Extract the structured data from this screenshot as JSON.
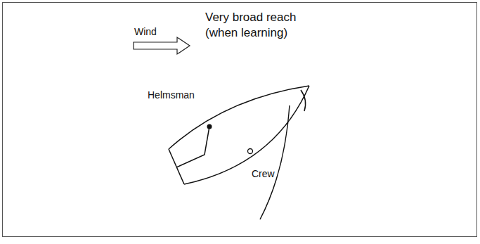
{
  "diagram": {
    "title": "Very broad reach (when learning)",
    "labels": [
      "Wind",
      "Helmsman",
      "Crew"
    ]
  }
}
